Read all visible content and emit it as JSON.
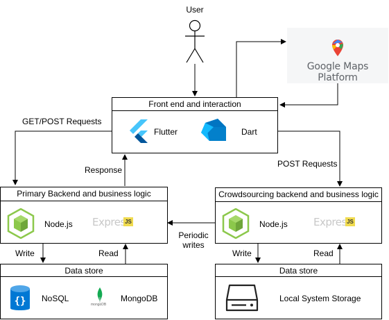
{
  "actor": {
    "label": "User"
  },
  "maps": {
    "label": "Google Maps Platform"
  },
  "frontend": {
    "title": "Front end and interaction",
    "items": [
      {
        "icon": "flutter-icon",
        "label": "Flutter"
      },
      {
        "icon": "dart-icon",
        "label": "Dart"
      }
    ]
  },
  "primary": {
    "title": "Primary Backend and business logic",
    "items": [
      {
        "icon": "nodejs-icon",
        "label": "Node.js"
      },
      {
        "icon": "express-icon",
        "label": "Express",
        "badge": "JS"
      }
    ]
  },
  "crowd": {
    "title": "Crowdsourcing backend and business logic",
    "items": [
      {
        "icon": "nodejs-icon",
        "label": "Node.js"
      },
      {
        "icon": "express-icon",
        "label": "Express",
        "badge": "JS"
      }
    ]
  },
  "store_left": {
    "title": "Data store",
    "items": [
      {
        "icon": "database-icon",
        "label": "NoSQL"
      },
      {
        "icon": "mongodb-icon",
        "label": "MongoDB",
        "sublabel": "mongoDB"
      }
    ]
  },
  "store_right": {
    "title": "Data store",
    "items": [
      {
        "icon": "hard-drive-icon",
        "label": "Local System Storage"
      }
    ]
  },
  "edges": {
    "get_post": "GET/POST Requests",
    "response": "Response",
    "post": "POST Requests",
    "periodic_1": "Periodic",
    "periodic_2": "writes",
    "write_left": "Write",
    "read_left": "Read",
    "write_right": "Write",
    "read_right": "Read"
  },
  "colors": {
    "flutter_dark": "#02569b",
    "flutter_light": "#47c5fb",
    "dart_dark": "#0175c2",
    "dart_light": "#13b9fd",
    "node_green": "#8cc84b",
    "mongo_green": "#13aa52",
    "db_blue": "#0078d4",
    "maps_red": "#ea4335"
  }
}
